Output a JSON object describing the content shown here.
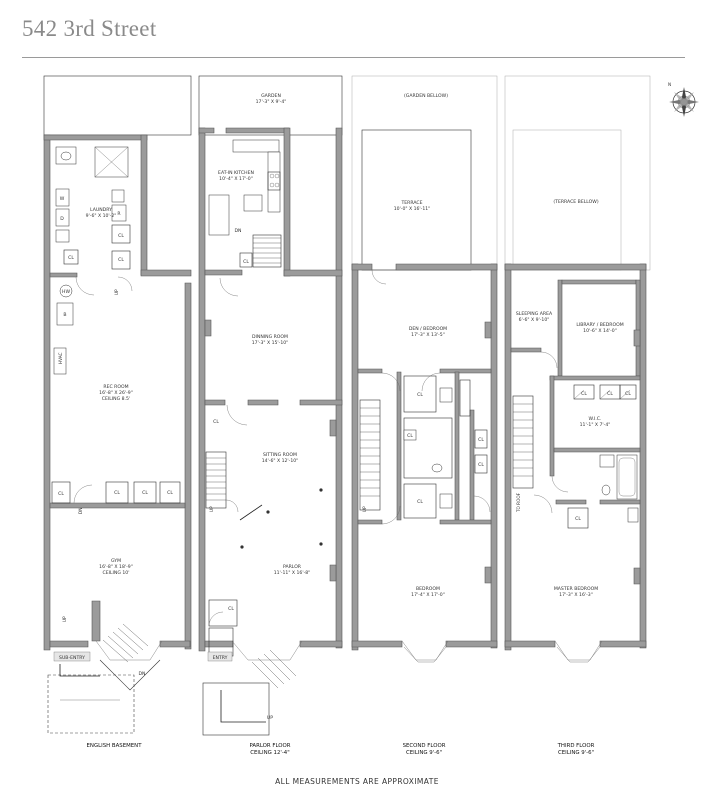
{
  "title": "542 3rd Street",
  "footer": "ALL MEASUREMENTS ARE APPROXIMATE",
  "floors": [
    {
      "name": "ENGLISH BASEMENT",
      "ceiling": "",
      "rooms": [
        {
          "name": "LAUNDRY",
          "dims": "9'-6\" X 10'-2\""
        },
        {
          "name": "REC ROOM",
          "dims": "16'-8\" X 26'-9\"",
          "ceiling": "CEILING 8.5'"
        },
        {
          "name": "GYM",
          "dims": "16'-8\" X 18'-9\"",
          "ceiling": "CEILING 10'"
        }
      ],
      "tags": {
        "w": "W",
        "d": "D",
        "r": "R",
        "cl": "CL",
        "hw": "HW",
        "b": "B",
        "hvac": "HVAC",
        "up": "UP",
        "dn": "DN",
        "entry": "SUB-ENTRY"
      }
    },
    {
      "name": "PARLOR FLOOR",
      "ceiling": "CEILING 12'-4\"",
      "rooms": [
        {
          "name": "GARDEN",
          "dims": "17'-3\" X 9'-4\""
        },
        {
          "name": "EAT-IN KITCHEN",
          "dims": "10'-4\" X 17'-0\""
        },
        {
          "name": "DINNING ROOM",
          "dims": "17'-3\" X 15'-10\""
        },
        {
          "name": "SITTING ROOM",
          "dims": "14'-6\" X 12'-10\""
        },
        {
          "name": "PARLOR",
          "dims": "11'-11\" X 16'-8\""
        }
      ],
      "tags": {
        "cl": "CL",
        "up": "UP",
        "dn": "DN",
        "entry": "ENTRY",
        "up2": "UP"
      }
    },
    {
      "name": "SECOND FLOOR",
      "ceiling": "CEILING 9'-6\"",
      "rooms": [
        {
          "name": "(GARDEN BELLOW)",
          "dims": ""
        },
        {
          "name": "TERRACE",
          "dims": "10'-0\" X 16'-11\""
        },
        {
          "name": "DEN / BEDROOM",
          "dims": "17'-3\" X 13'-5\""
        },
        {
          "name": "BEDROOM",
          "dims": "17'-4\" X 17'-0\""
        }
      ],
      "tags": {
        "cl": "CL",
        "up": "UP"
      }
    },
    {
      "name": "THIRD FLOOR",
      "ceiling": "CEILING 9'-6\"",
      "rooms": [
        {
          "name": "(TERRACE BELLOW)",
          "dims": ""
        },
        {
          "name": "SLEEPING AREA",
          "dims": "6'-6\" X 9'-10\""
        },
        {
          "name": "LIBRARY / BEDROOM",
          "dims": "10'-6\" X 14'-0\""
        },
        {
          "name": "W.I.C.",
          "dims": "11'-1\" X 7'-4\""
        },
        {
          "name": "MASTER BEDROOM",
          "dims": "17'-3\" X 16'-3\""
        }
      ],
      "tags": {
        "cl": "CL",
        "to_roof": "TO ROOF"
      }
    }
  ],
  "compass": {
    "north": "N",
    "icon": "compass-rose-icon"
  }
}
